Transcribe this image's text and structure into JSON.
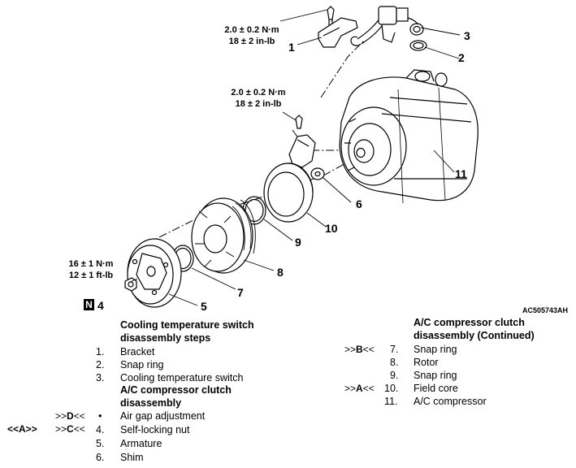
{
  "figure": {
    "id": "AC505743AH",
    "torque_top": [
      "2.0 ± 0.2 N·m",
      "18 ± 2 in-lb"
    ],
    "torque_mid": [
      "2.0 ± 0.2 N·m",
      "18 ± 2 in-lb"
    ],
    "torque_nut": [
      "16 ± 1 N·m",
      "12 ± 1 ft-lb"
    ],
    "n_mark": "N",
    "callouts": [
      "1",
      "2",
      "3",
      "4",
      "5",
      "6",
      "7",
      "8",
      "9",
      "10",
      "11"
    ]
  },
  "steps": {
    "switch_heading_1": "Cooling temperature switch",
    "switch_heading_2": "disassembly steps",
    "switch_steps": [
      {
        "num": "1.",
        "label": "Bracket"
      },
      {
        "num": "2.",
        "label": "Snap ring"
      },
      {
        "num": "3.",
        "label": "Cooling temperature switch"
      }
    ],
    "clutch_heading_1": "A/C compressor clutch",
    "clutch_heading_2": "disassembly",
    "clutch_steps": [
      {
        "ref_pre": ">>",
        "ref_letter": "D",
        "ref_post": "<<",
        "num": "•",
        "label": "Air gap adjustment"
      },
      {
        "ref_left": "<<A>>",
        "ref_pre": ">>",
        "ref_letter": "C",
        "ref_post": "<<",
        "num": "4.",
        "label": "Self-locking nut"
      },
      {
        "num": "5.",
        "label": "Armature"
      },
      {
        "num": "6.",
        "label": "Shim"
      }
    ],
    "cont_heading_1": "A/C compressor clutch",
    "cont_heading_2": "disassembly (Continued)",
    "cont_steps": [
      {
        "ref_pre": ">>",
        "ref_letter": "B",
        "ref_post": "<<",
        "num": "7.",
        "label": "Snap ring"
      },
      {
        "num": "8.",
        "label": "Rotor"
      },
      {
        "num": "9.",
        "label": "Snap ring"
      },
      {
        "ref_pre": ">>",
        "ref_letter": "A",
        "ref_post": "<<",
        "num": "10.",
        "label": "Field core"
      },
      {
        "num": "11.",
        "label": "A/C compressor"
      }
    ]
  }
}
